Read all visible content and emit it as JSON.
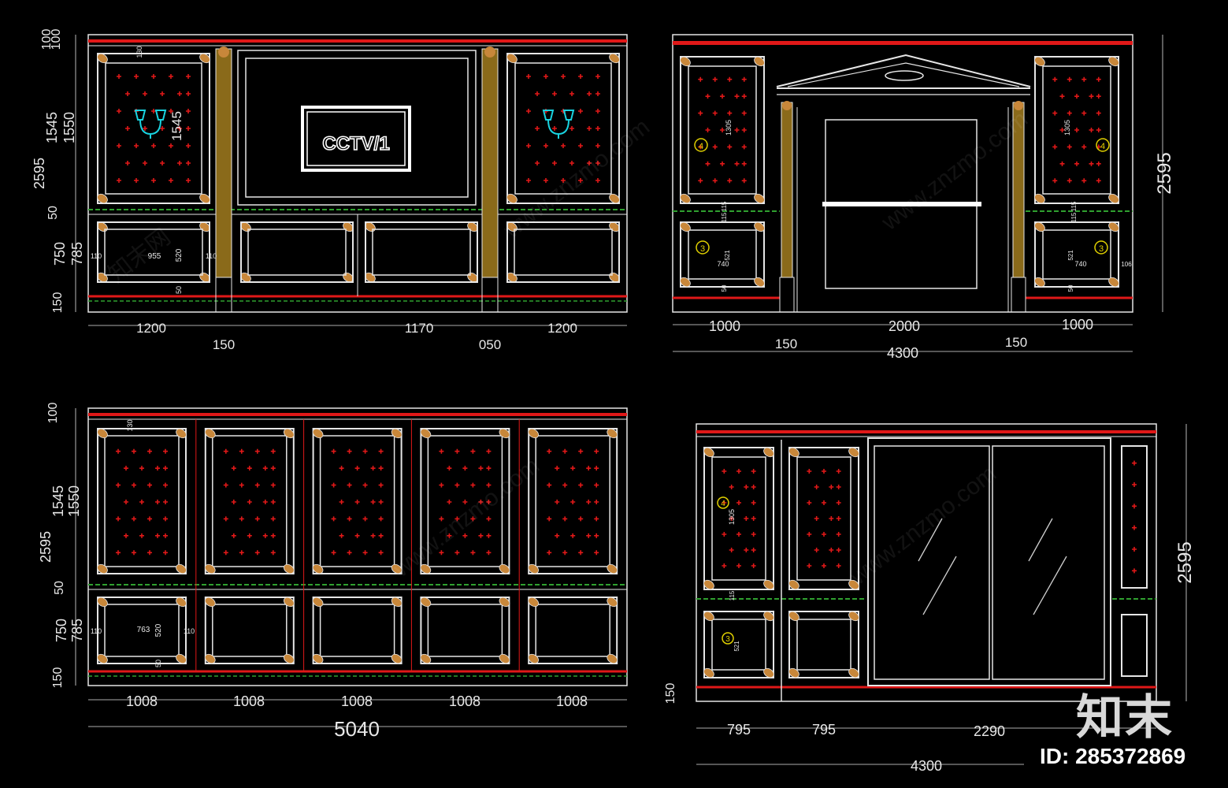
{
  "colors": {
    "background": "#000000",
    "line": "#e6e6e6",
    "red": "#e01818",
    "green": "#2fa02f",
    "gold": "#c8873a",
    "pilaster": "#8a6a1a",
    "cyan": "#19d3e0",
    "yellow": "#e0d000"
  },
  "panels": {
    "p1": {
      "left_dims": [
        "100",
        "100",
        "1545",
        "1550",
        "2595",
        "50",
        "750",
        "785",
        "150"
      ],
      "inner_dims": [
        "130",
        "1545",
        "955",
        "520",
        "110",
        "110",
        "50"
      ],
      "bottom_dims": [
        "1200",
        "150",
        "1170",
        "050",
        "1200"
      ],
      "tv_logo": "CCTV/1"
    },
    "p2": {
      "right_dim": "2595",
      "inner_dims": [
        "1305",
        "1305",
        "115",
        "115",
        "115",
        "115",
        "740",
        "521",
        "740",
        "521",
        "50",
        "50",
        "106"
      ],
      "markers": [
        "4",
        "4",
        "3",
        "3"
      ],
      "bottom_dims_top": [
        "1000",
        "2000",
        "1000"
      ],
      "bottom_dims_mid": [
        "150",
        "150"
      ],
      "total": "4300"
    },
    "p3": {
      "left_dims": [
        "100",
        "1545",
        "1550",
        "2595",
        "50",
        "750",
        "785",
        "150"
      ],
      "inner_dims": [
        "130",
        "763",
        "520",
        "110",
        "110",
        "50"
      ],
      "bottom_dims": [
        "1008",
        "1008",
        "1008",
        "1008",
        "1008"
      ],
      "total": "5040"
    },
    "p4": {
      "right_dim": "2595",
      "left_dim": "150",
      "inner_dims": [
        "1305",
        "115",
        "521"
      ],
      "markers": [
        "4",
        "3"
      ],
      "bottom_dims": [
        "795",
        "795",
        "2290"
      ],
      "total": "4300"
    }
  },
  "watermark": "www.znzmo.com",
  "watermark_cn": "知末网",
  "brand": {
    "logo_text": "知末",
    "id_text": "ID: 285372869"
  }
}
